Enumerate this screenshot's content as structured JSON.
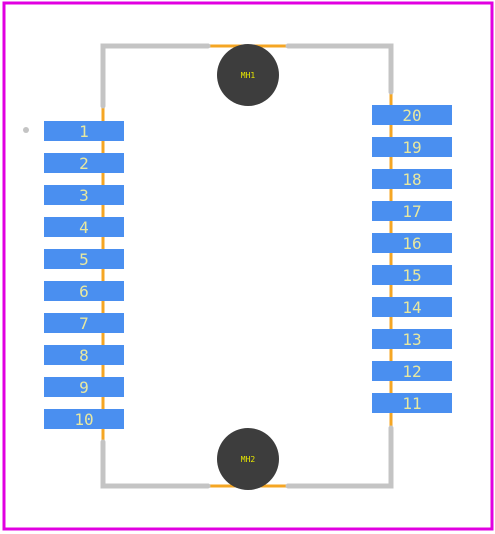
{
  "colors": {
    "board_outline": "#e100e1",
    "silkscreen": "#c4c4c4",
    "courtyard": "#f5a623",
    "pad": "#4a8ff0",
    "pad_text": "#e8e8a0",
    "mounting_hole": "#3d3d3d",
    "mounting_hole_text": "#e6e600",
    "pin1_dot": "#c4c4c4"
  },
  "mounting_holes": [
    {
      "label": "MH1"
    },
    {
      "label": "MH2"
    }
  ],
  "pads": {
    "left": [
      "1",
      "2",
      "3",
      "4",
      "5",
      "6",
      "7",
      "8",
      "9",
      "10"
    ],
    "right": [
      "20",
      "19",
      "18",
      "17",
      "16",
      "15",
      "14",
      "13",
      "12",
      "11"
    ]
  }
}
